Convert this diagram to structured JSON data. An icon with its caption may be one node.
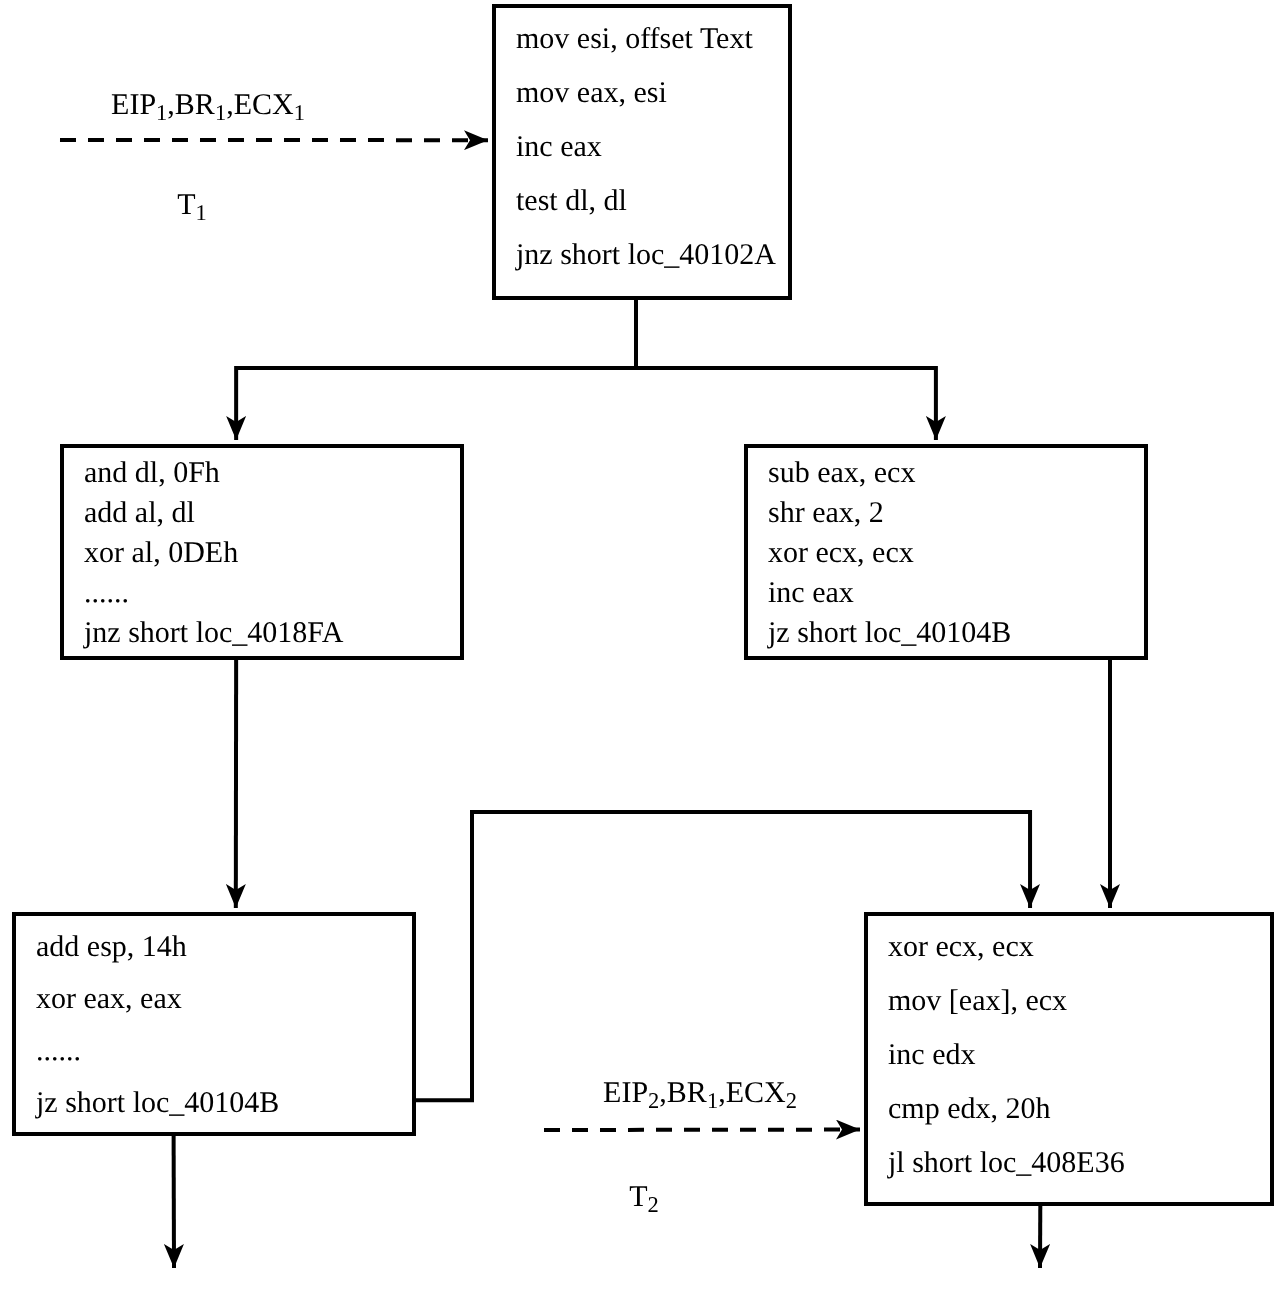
{
  "diagram": {
    "nodes": [
      {
        "text": [
          "mov esi, offset Text",
          "mov eax, esi",
          "inc eax",
          "test dl, dl",
          "jnz short loc_40102A"
        ]
      },
      {
        "text": [
          "and dl, 0Fh",
          "add al, dl",
          "xor al, 0DEh",
          "......",
          "jnz short loc_4018FA"
        ]
      },
      {
        "text": [
          "sub eax, ecx",
          "shr eax, 2",
          "xor ecx, ecx",
          "inc eax",
          "jz short loc_40104B"
        ]
      },
      {
        "text": [
          "add esp, 14h",
          "xor eax, eax",
          "......",
          "jz short loc_40104B"
        ]
      },
      {
        "text": [
          "xor ecx, ecx",
          "mov [eax], ecx",
          "inc edx",
          "cmp edx, 20h",
          "jl short loc_408E36"
        ]
      }
    ],
    "edges": [
      {
        "from": 0,
        "to": 1,
        "arrow": "to"
      },
      {
        "from": 0,
        "to": 2,
        "arrow": "to"
      },
      {
        "from": 1,
        "to": 3,
        "arrow": "to"
      },
      {
        "from": 2,
        "to": 4,
        "arrow": "to"
      },
      {
        "from": 3,
        "to": 4,
        "arrow": "to"
      },
      {
        "from": null,
        "to": 0,
        "arrow": "to",
        "label": "EIP$_{1}$,BR$_{1}$,ECX$_{1}$",
        "style": "dashed"
      },
      {
        "from": null,
        "to": 4,
        "arrow": "to",
        "label": "EIP$_{2}$,BR$_{1}$,ECX$_{2}$",
        "style": "dashed"
      },
      {
        "from": 3,
        "to": null,
        "arrow": "to"
      },
      {
        "from": 4,
        "to": null,
        "arrow": "to"
      }
    ],
    "labels": [
      "T$_{1}$",
      "T$_{2}$"
    ]
  }
}
